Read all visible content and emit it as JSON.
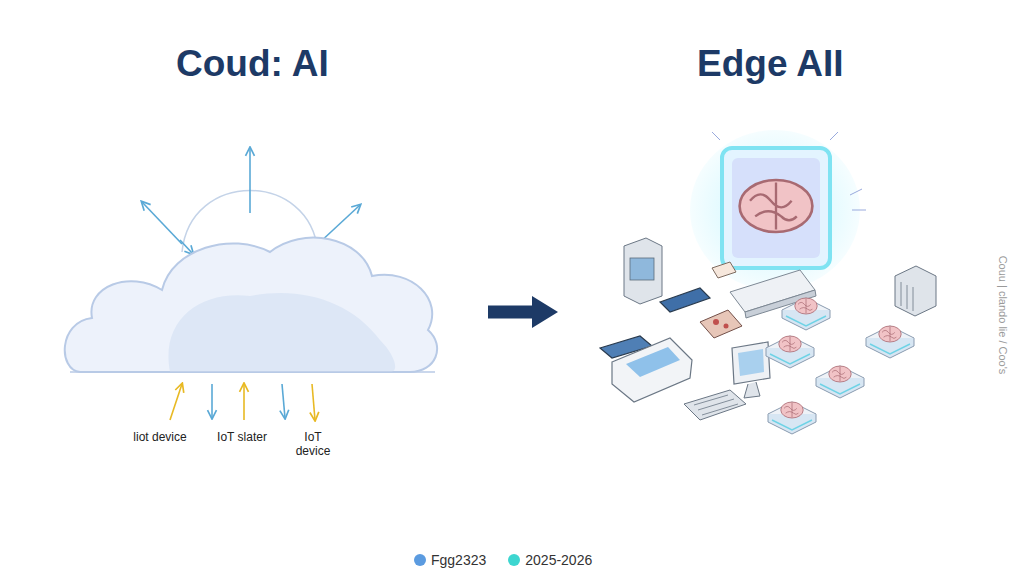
{
  "diagram": {
    "nodes": [
      {
        "text": [
          "Coud: AI"
        ]
      },
      {
        "text": [
          "Edge AII"
        ]
      }
    ],
    "edges": [
      {
        "from": 0,
        "to": 1,
        "arrow": "to"
      }
    ],
    "labels": [
      "liot device",
      "IoT slater",
      "IoT device",
      "Couu | clando lie / Coo's"
    ],
    "legend": [
      {
        "text": "Fgg2323",
        "color": "#5b9be0"
      },
      {
        "text": "2025-2026",
        "color": "#3dd6d0"
      }
    ]
  }
}
